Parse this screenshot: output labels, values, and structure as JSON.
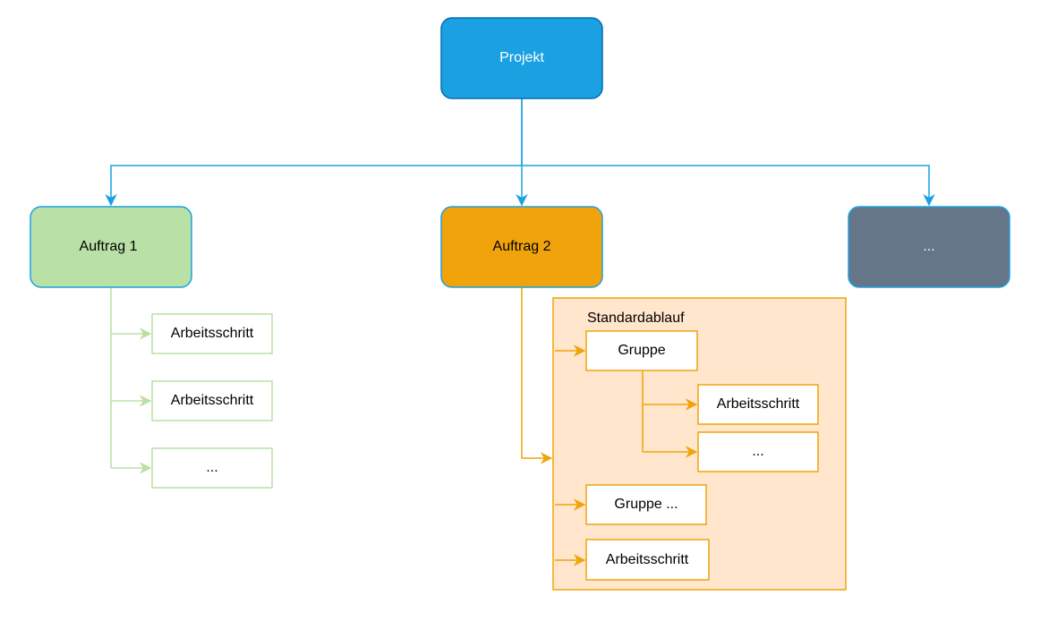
{
  "nodes": {
    "projekt": "Projekt",
    "auftrag1": "Auftrag 1",
    "auftrag2": "Auftrag 2",
    "auftrag_more": "...",
    "a1_step1": "Arbeitsschritt",
    "a1_step2": "Arbeitsschritt",
    "a1_more": "...",
    "standardablauf": "Standardablauf",
    "gruppe": "Gruppe",
    "gruppe_step": "Arbeitsschritt",
    "gruppe_more": "...",
    "gruppe_other": "Gruppe ...",
    "sa_step": "Arbeitsschritt"
  },
  "colors": {
    "projekt_fill": "#1ba1e2",
    "projekt_stroke": "#006eaf",
    "connector_blue": "#1ba1e2",
    "auftrag1_fill": "#b9e0a5",
    "auftrag1_stroke": "#1ba1e2",
    "auftrag2_fill": "#f0a30a",
    "auftrag2_stroke": "#1ba1e2",
    "more_fill": "#647687",
    "more_stroke": "#1ba1e2",
    "green_line": "#b9e0a5",
    "orange_line": "#f0a30a",
    "container_fill": "#ffe6cc",
    "container_stroke": "#f0a30a"
  }
}
